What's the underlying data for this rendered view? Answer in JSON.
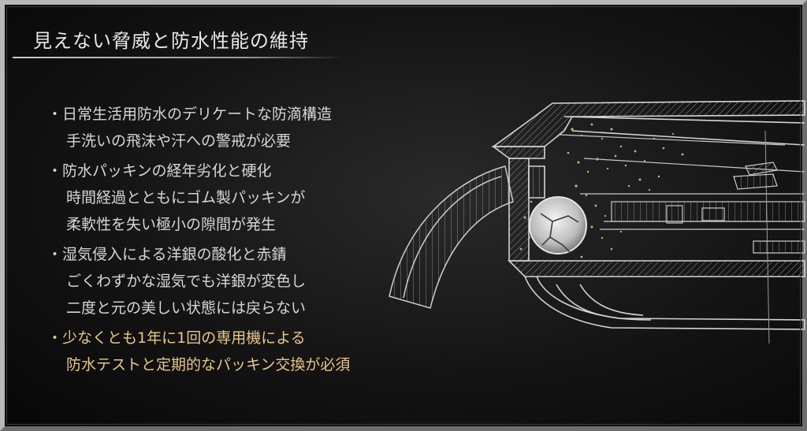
{
  "title": "見えない脅威と防水性能の維持",
  "bullets": [
    {
      "lines": [
        "日常生活用防水のデリケートな防滴構造",
        "手洗いの飛沫や汗への警戒が必要"
      ]
    },
    {
      "lines": [
        "防水パッキンの経年劣化と硬化",
        "時間経過とともにゴム製パッキンが",
        "柔軟性を失い極小の隙間が発生"
      ]
    },
    {
      "lines": [
        "湿気侵入による洋銀の酸化と赤錆",
        "ごくわずかな湿気でも洋銀が変色し",
        "二度と元の美しい状態には戻らない"
      ]
    },
    {
      "lines": [
        "少なくとも1年に1回の専用機による",
        "防水テストと定期的なパッキン交換が必須"
      ],
      "highlight": true
    }
  ],
  "colors": {
    "background": "#0b0b0b",
    "text": "#d6d6d6",
    "accent_gold": "#e8c78a",
    "line_art": "#cfcfcf"
  }
}
